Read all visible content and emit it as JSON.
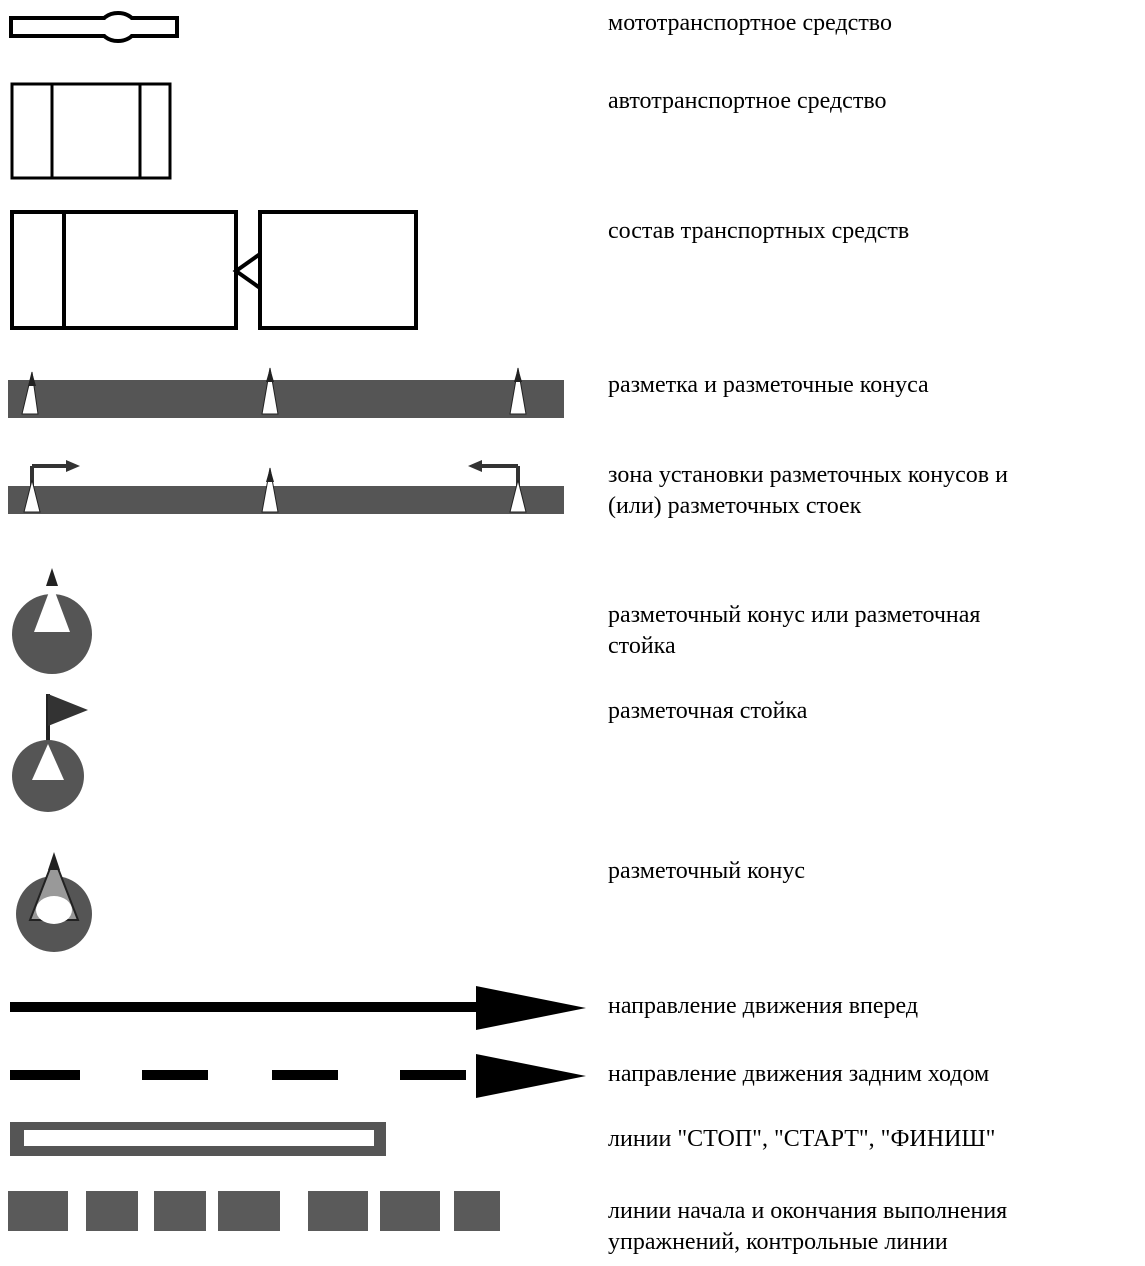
{
  "legend": {
    "items": [
      {
        "symbol": "motor-vehicle-icon",
        "label": "мототранспортное средство"
      },
      {
        "symbol": "car-icon",
        "label": "автотранспортное средство"
      },
      {
        "symbol": "vehicle-combination-icon",
        "label": "состав транспортных средств"
      },
      {
        "symbol": "marking-with-cones-icon",
        "label": "разметка и разметочные конуса"
      },
      {
        "symbol": "cone-installation-zone-icon",
        "label_line1": "зона установки разметочных конусов и",
        "label_line2": "(или) разметочных стоек"
      },
      {
        "symbol": "cone-or-post-icon",
        "label_line1": "разметочный конус или разметочная",
        "label_line2": "стойка"
      },
      {
        "symbol": "marking-post-icon",
        "label": "разметочная стойка"
      },
      {
        "symbol": "marking-cone-icon",
        "label": "разметочный конус"
      },
      {
        "symbol": "forward-arrow-icon",
        "label": "направление движения вперед"
      },
      {
        "symbol": "reverse-arrow-icon",
        "label": "направление движения задним ходом"
      },
      {
        "symbol": "stop-start-finish-line-icon",
        "label": "линии \"СТОП\", \"СТАРТ\", \"ФИНИШ\""
      },
      {
        "symbol": "control-line-icon",
        "label_line1": "линии начала и окончания выполнения",
        "label_line2": "упражнений, контрольные линии"
      }
    ]
  }
}
